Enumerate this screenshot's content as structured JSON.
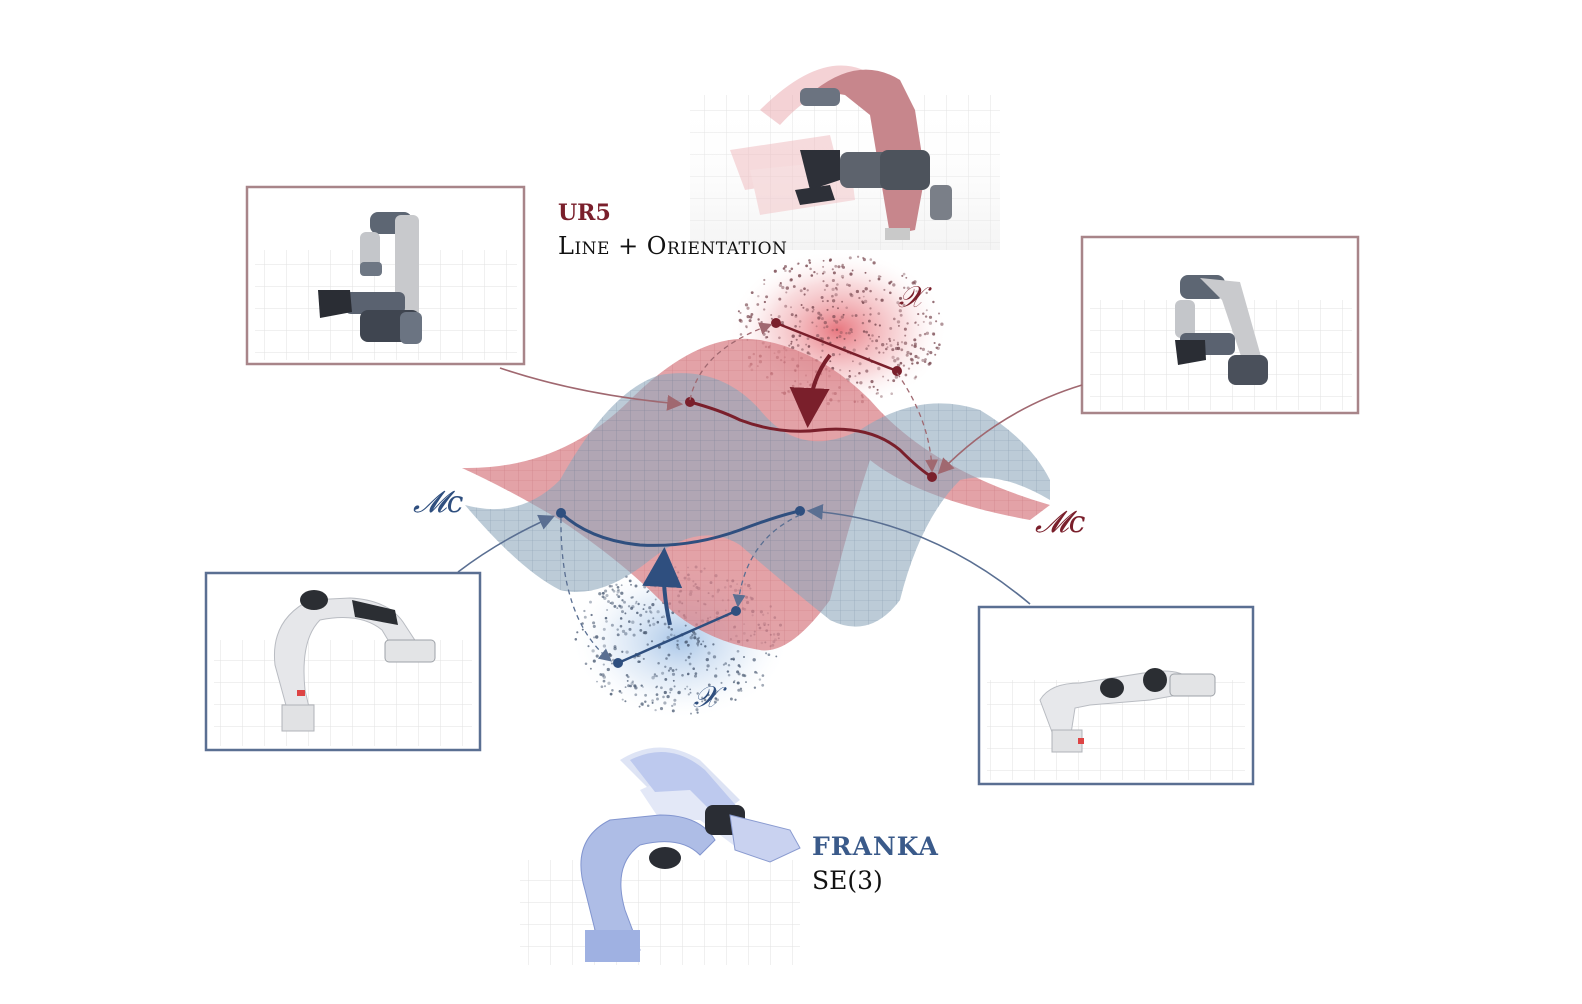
{
  "ur5": {
    "name": "UR5",
    "constraint": "Line + Orientation",
    "color": "#7a1f2b"
  },
  "franka": {
    "name": "FRANKA",
    "constraint": "SE(3)",
    "color": "#3a5a8a"
  },
  "symbols": {
    "manifold_left": "𝓜c",
    "manifold_right": "𝓜c",
    "ambient_top": "𝒳",
    "ambient_bottom": "𝒳"
  },
  "colors": {
    "red_surface": "#d9838a",
    "blue_surface": "#8fa8bd",
    "red_box": "#a88589",
    "blue_box": "#5a6f92",
    "red_curve": "#7a1f2b",
    "blue_curve": "#2f4f7f"
  }
}
